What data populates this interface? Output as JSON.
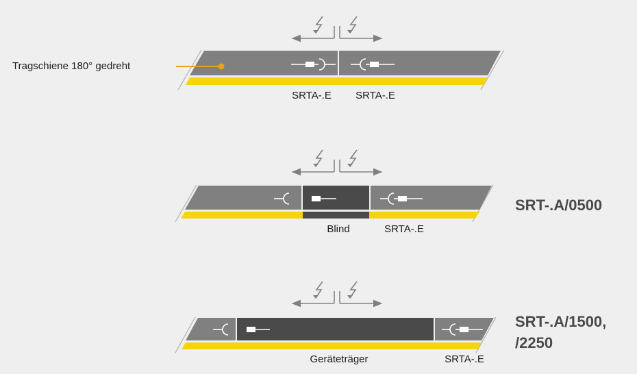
{
  "colors": {
    "background": "#efefef",
    "rail_grey": "#808080",
    "dark_segment": "#4a4a4a",
    "yellow": "#f5d40f",
    "outline": "#b0b0b0",
    "arrow": "#808080",
    "callout": "#e8a020",
    "title_text": "#4a4a4a"
  },
  "icons": [
    "lightning-icon",
    "connector-plug-icon",
    "connector-socket-icon",
    "double-arrow-icon"
  ],
  "callout": {
    "text": "Tragschiene 180° gedreht"
  },
  "diagram1": {
    "labels": [
      "SRTA-.E",
      "SRTA-.E"
    ]
  },
  "diagram2": {
    "title": "SRT-.A/0500",
    "labels": [
      "Blind",
      "SRTA-.E"
    ]
  },
  "diagram3": {
    "title_line1": "SRT-.A/1500,",
    "title_line2": "/2250",
    "labels": [
      "Geräteträger",
      "SRTA-.E"
    ]
  }
}
